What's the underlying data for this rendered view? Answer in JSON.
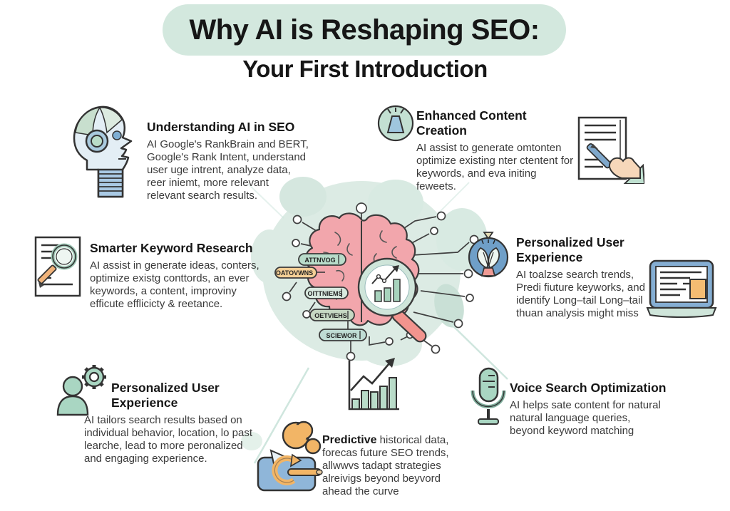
{
  "title": {
    "line1": "Why AI is Reshaping SEO:",
    "line2": "Your First Introduction"
  },
  "sections": [
    {
      "id": "understanding-ai",
      "heading": "Understanding AI in SEO",
      "body": "AI Google's RankBrain and BERT,\nGoogle's Rank Intent, understand\nuser uge intrent, analyze data,\nreer iniemt, more relevant\nrelevant search results.",
      "icon": "robot-head-icon"
    },
    {
      "id": "enhanced-content-creation",
      "heading": "Enhanced Content Creation",
      "body": "AI assist to generate omtonten\noptimize existing nter ctentent for\nkeywords, and eva initing feweets.",
      "icon": "lamp-icon"
    },
    {
      "id": "smarter-keyword-research",
      "heading": "Smarter Keyword Research",
      "body": "AI assist in generate ideas, conters,\noptimize existg conttords, an ever\nkeywords, a content, improviny\nefficute efflicicty & reetance.",
      "icon": "document-magnifier-icon"
    },
    {
      "id": "personalized-user-experience-right",
      "heading": "Personalized User Experience",
      "body": "AI toalzse search trends,\nPredi fiuture keyworks, and\nidentify Long–tail Long–tail\nthuan analysis might miss",
      "icon": "feather-icon"
    },
    {
      "id": "personalized-user-experience-left",
      "heading": "Personalized User Experience",
      "body": "AI tailors search results based on\nindividual behavior, location, lo past\nlearche, lead to more peronalized\nand engaging experience.",
      "icon": "person-gear-icon"
    },
    {
      "id": "predictive",
      "heading_bold": "Predictive",
      "body": " historical data,\nforecas future SEO trends,\nallwwvs tadapt strategies\nalreivigs beyond beyvord\nahead the curve",
      "icon": "bar-chart-arrow-icon"
    },
    {
      "id": "voice-search-optimization",
      "heading": "Voice Search Optimization",
      "body": "AI helps sate content for natural\nnatural language queries,\nbeyond keyword matching",
      "icon": "microphone-icon"
    }
  ],
  "center": {
    "pills": [
      {
        "label": "ATTNVOG",
        "color": "#b9dcca"
      },
      {
        "label": "OATOVWNS",
        "color": "#f4cf96"
      },
      {
        "label": "OITTNIEMS",
        "color": "#d8e9df"
      },
      {
        "label": "OETVIEHS",
        "color": "#c6d8c3"
      },
      {
        "label": "SCIEWOR",
        "color": "#bfdcd4"
      }
    ]
  },
  "icons": {
    "robot-head-icon": "robot profile head",
    "lamp-icon": "idea lamp in circle",
    "writing-hand-icon": "hand writing on document",
    "document-magnifier-icon": "document with magnifier and pencil",
    "feather-icon": "feather quill in circle",
    "browser-icon": "browser window on base",
    "person-gear-icon": "person with gear",
    "bar-chart-arrow-icon": "rising bar chart with arrow",
    "thought-bubble-icon": "thought bubble",
    "strategy-box-icon": "box with refresh arrow and pencil",
    "microphone-icon": "microphone",
    "brain-circuit-graphic": "brain with circuit nodes and magnifier"
  },
  "colors": {
    "pill_bg": "#d3e8de",
    "mint": "#a9d6c2",
    "mint_light": "#cfe5da",
    "blue": "#85aed3",
    "pink": "#f2a6ac",
    "salmon": "#f2948e",
    "orange": "#f2b566",
    "ink": "#161616",
    "body_text": "#3a3a3a",
    "faint_line": "#cfe6de"
  }
}
